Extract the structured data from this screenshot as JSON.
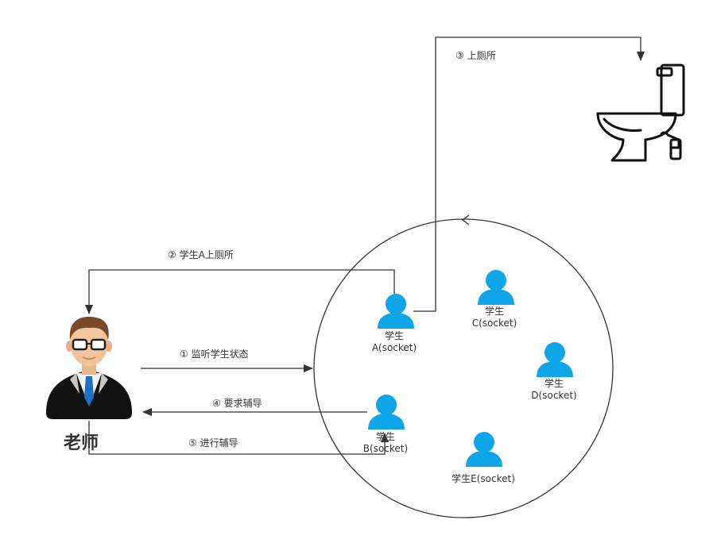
{
  "teacher": {
    "name": "老师",
    "icon": "teacher-avatar-icon"
  },
  "toilet": {
    "icon": "toilet-icon"
  },
  "students": [
    {
      "line1": "学生",
      "line2": "A(socket)",
      "icon": "person-icon",
      "color": "#0ea5e9"
    },
    {
      "line1": "学生",
      "line2": "C(socket)",
      "icon": "person-icon",
      "color": "#0ea5e9"
    },
    {
      "line1": "学生",
      "line2": "D(socket)",
      "icon": "person-icon",
      "color": "#0ea5e9"
    },
    {
      "line1": "学生",
      "line2": "B(socket)",
      "icon": "person-icon",
      "color": "#0ea5e9"
    },
    {
      "line1": "学生E(socket)",
      "line2": "",
      "icon": "person-icon",
      "color": "#0ea5e9"
    }
  ],
  "edges": {
    "listen": "① 监听学生状态",
    "report": "② 学生A上厕所",
    "toilet": "③ 上厕所",
    "request": "④ 要求辅导",
    "tutor": "⑤ 进行辅导"
  },
  "colors": {
    "line": "#333333",
    "student": "#0ea5e9"
  }
}
